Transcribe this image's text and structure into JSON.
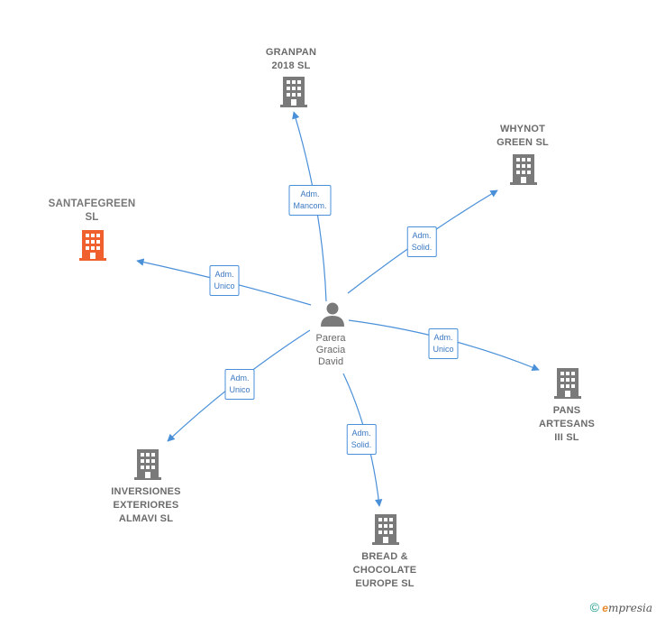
{
  "center": {
    "name_label": "Parera\nGracia\nDavid",
    "icon": "person-icon"
  },
  "companies": [
    {
      "id": "granpan",
      "label": "GRANPAN\n2018  SL",
      "relation": "Adm.\nMancom.",
      "highlight": false
    },
    {
      "id": "whynot",
      "label": "WHYNOT\nGREEN  SL",
      "relation": "Adm.\nSolid.",
      "highlight": false
    },
    {
      "id": "santafegreen",
      "label": "SANTAFEGREEN\nSL",
      "relation": "Adm.\nUnico",
      "highlight": true
    },
    {
      "id": "pans",
      "label": "PANS\nARTESANS\nIII SL",
      "relation": "Adm.\nUnico",
      "highlight": false
    },
    {
      "id": "inversiones",
      "label": "INVERSIONES\nEXTERIORES\nALMAVI  SL",
      "relation": "Adm.\nUnico",
      "highlight": false
    },
    {
      "id": "bread",
      "label": "BREAD &\nCHOCOLATE\nEUROPE  SL",
      "relation": "Adm.\nSolid.",
      "highlight": false
    }
  ],
  "colors": {
    "edge": "#4a90d9",
    "building": "#7a7a7a",
    "building_highlight": "#f0602f"
  },
  "footer": {
    "copyright": "©",
    "brand_e": "e",
    "brand_rest": "mpresia"
  }
}
